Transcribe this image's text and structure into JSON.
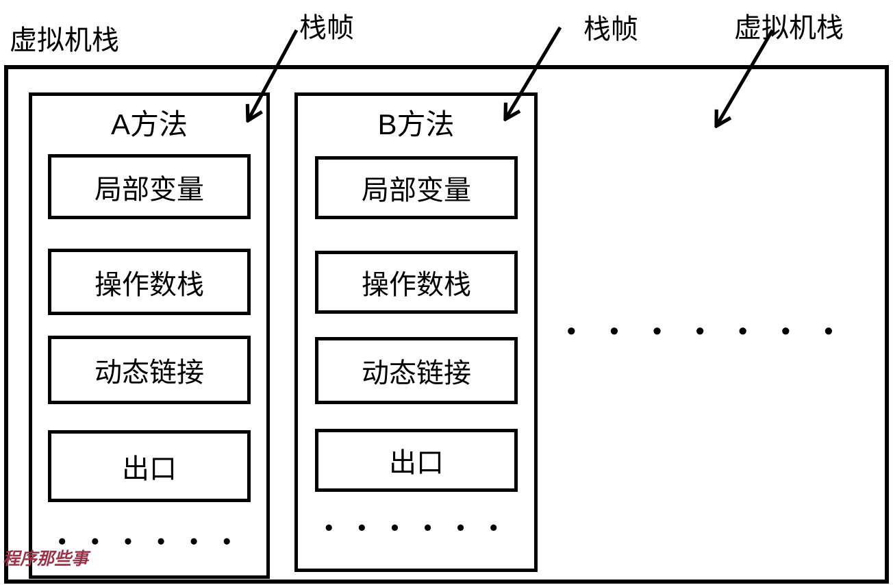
{
  "labels": {
    "vm_stack_left": "虚拟机栈",
    "stack_frame_1": "栈帧",
    "stack_frame_2": "栈帧",
    "vm_stack_right": "虚拟机栈",
    "watermark": "程序那些事"
  },
  "frames": [
    {
      "title": "A方法",
      "slots": [
        "局部变量",
        "操作数栈",
        "动态链接",
        "出口"
      ],
      "dots": "• • • • • •"
    },
    {
      "title": "B方法",
      "slots": [
        "局部变量",
        "操作数栈",
        "动态链接",
        "出口"
      ],
      "dots": "• • • • • •"
    }
  ],
  "ellipsis_right": "• • • • • • •",
  "colors": {
    "line": "#000000",
    "watermark": "#993347",
    "background": "#ffffff"
  }
}
